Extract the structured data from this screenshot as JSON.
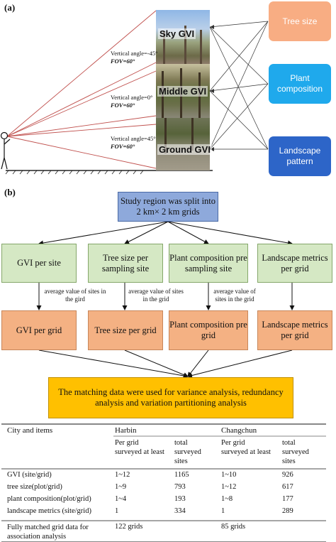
{
  "panel_a": {
    "label": "(a)",
    "gvi_labels": [
      "Sky GVI",
      "Middle GVI",
      "Ground GVI"
    ],
    "angles": [
      {
        "angle": "Vertical angle=-45°",
        "fov": "FOV=60°"
      },
      {
        "angle": "Vertical angle=0°",
        "fov": "FOV=60°"
      },
      {
        "angle": "Vertical angle=45°",
        "fov": "FOV=60°"
      }
    ],
    "factors": [
      "Tree size",
      "Plant composition",
      "Landscape pattern"
    ],
    "colors": {
      "tree_size": "#f8ad83",
      "plant_composition": "#1fa9ec",
      "landscape_pattern": "#2d65c8",
      "sight_lines": "#c0504d"
    }
  },
  "panel_b": {
    "label": "(b)",
    "top_box": "Study region was split into 2 km× 2 km grids",
    "site_boxes": [
      "GVI per site",
      "Tree size per sampling site",
      "Plant composition pre sampling site",
      "Landscape metrics per grid"
    ],
    "notes": [
      "average value of sites in the gird",
      "average value of sites in the grid",
      "average value of sites in the grid"
    ],
    "grid_boxes": [
      "GVI per grid",
      "Tree size per grid",
      "Plant composition pre grid",
      "Landscape metrics per grid"
    ],
    "bottom_box": "The matching data were used for variance analysis, redundancy analysis and variation partitioning analysis"
  },
  "table": {
    "header": {
      "col0": "City and items",
      "harbin": "Harbin",
      "changchun": "Changchun"
    },
    "subheader": {
      "per_grid": "Per grid surveyed at least",
      "total": "total surveyed sites"
    },
    "rows": [
      {
        "item": "GVI (site/grid)",
        "h1": "1~12",
        "h2": "1165",
        "c1": "1~10",
        "c2": "926"
      },
      {
        "item": "tree size(plot/grid)",
        "h1": "1~9",
        "h2": "793",
        "c1": "1~12",
        "c2": "617"
      },
      {
        "item": "plant composition(plot/grid)",
        "h1": "1~4",
        "h2": "193",
        "c1": "1~8",
        "c2": "177"
      },
      {
        "item": "landscape metrics (site/grid)",
        "h1": "1",
        "h2": "334",
        "c1": "1",
        "c2": "289"
      }
    ],
    "footer": {
      "item": "Fully matched grid data for association analysis",
      "harbin": "122 grids",
      "changchun": "85 grids"
    }
  }
}
